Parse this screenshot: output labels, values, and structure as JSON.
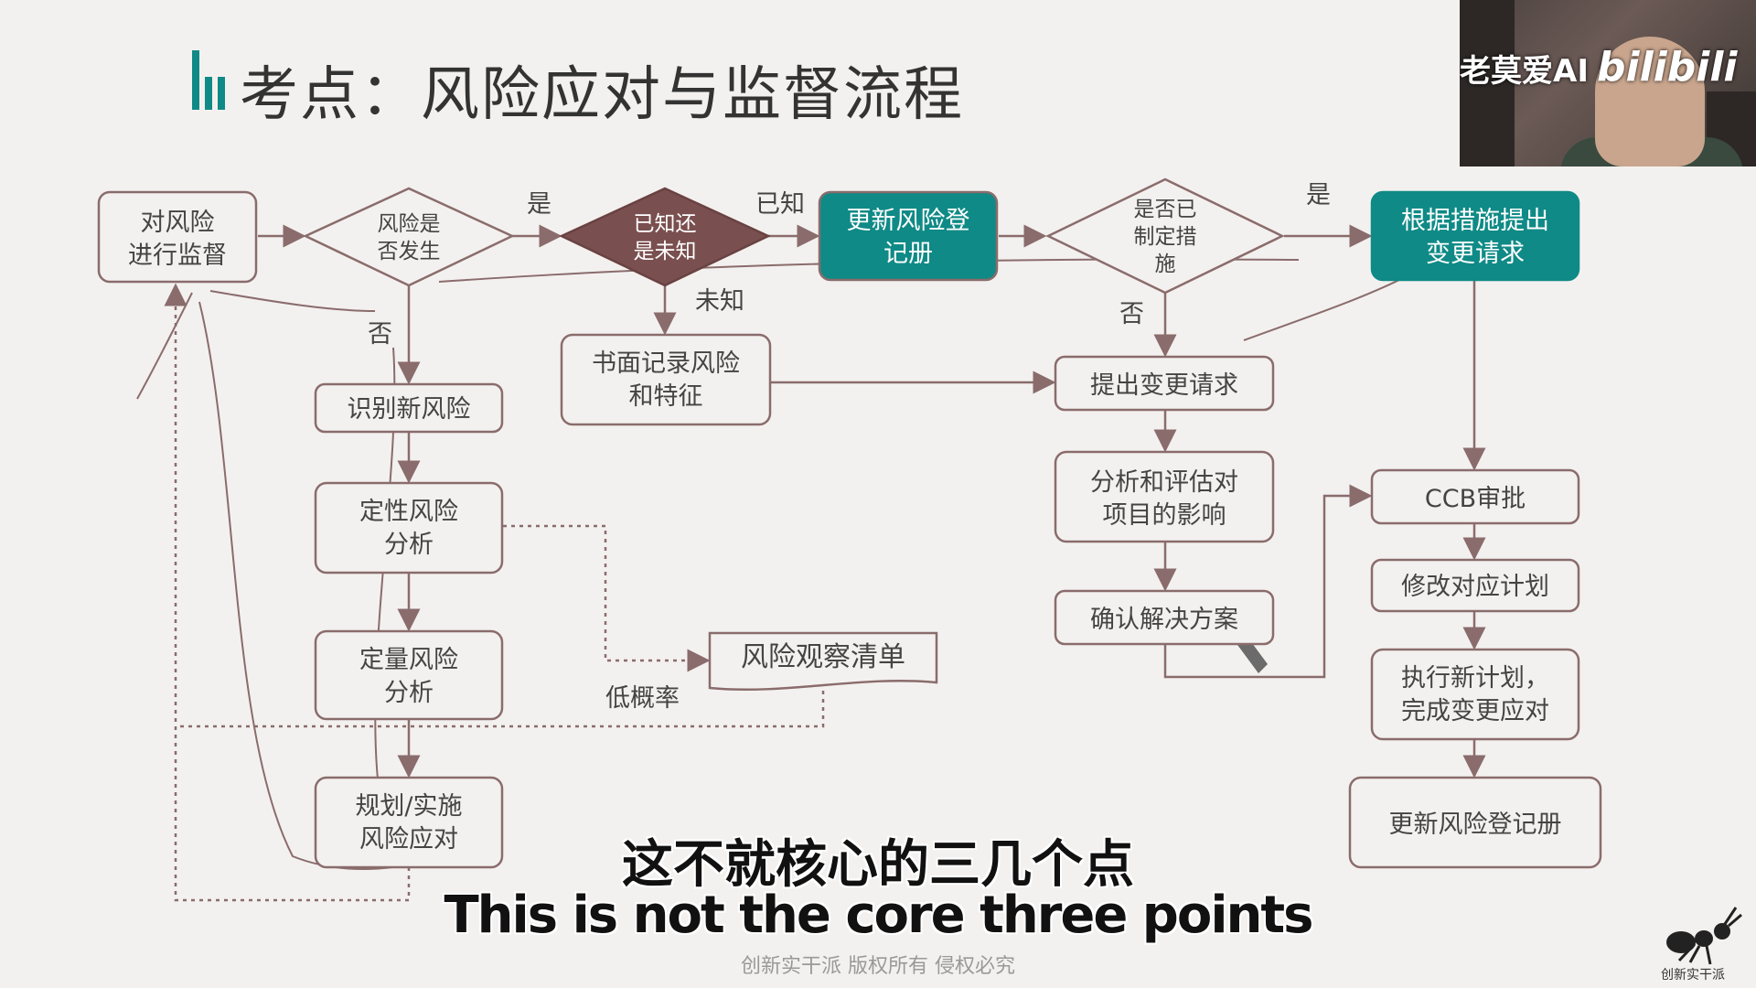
{
  "title": "考点：风险应对与监督流程",
  "colors": {
    "accent": "#0f8a86",
    "box_border": "#8a6c6c",
    "dark_diamond": "#7a4f4f"
  },
  "nodes": {
    "monitor": [
      "对风险",
      "进行监督"
    ],
    "occurred": [
      "风险是",
      "否发生"
    ],
    "known_unknown": [
      "已知还",
      "是未知"
    ],
    "update_register_top": [
      "更新风险登",
      "记册"
    ],
    "has_measures": [
      "是否已",
      "制定措",
      "施"
    ],
    "change_by_measures": [
      "根据措施提出",
      "变更请求"
    ],
    "written_record": [
      "书面记录风险",
      "和特征"
    ],
    "identify_new": [
      "识别新风险"
    ],
    "qualitative": [
      "定性风险",
      "分析"
    ],
    "quantitative": [
      "定量风险",
      "分析"
    ],
    "plan_response": [
      "规划/实施",
      "风险应对"
    ],
    "watch_list": [
      "风险观察清单"
    ],
    "propose_change": [
      "提出变更请求"
    ],
    "analyze_impact": [
      "分析和评估对",
      "项目的影响"
    ],
    "confirm_solution": [
      "确认解决方案"
    ],
    "ccb": [
      "CCB审批"
    ],
    "modify_plan": [
      "修改对应计划"
    ],
    "execute_plan": [
      "执行新计划，",
      "完成变更应对"
    ],
    "update_register_bottom": [
      "更新风险登记册"
    ]
  },
  "edge_labels": {
    "yes1": "是",
    "no1": "否",
    "known": "已知",
    "unknown": "未知",
    "yes2": "是",
    "no2": "否",
    "low_prob": "低概率"
  },
  "webcam": {
    "tag": "老莫爱AI",
    "brand": "bilibili"
  },
  "subtitle_cn": "这不就核心的三几个点",
  "subtitle_en": "This is not the core three points",
  "copyright": "创新实干派  版权所有 侵权必究",
  "logo_text": "创新实干派"
}
